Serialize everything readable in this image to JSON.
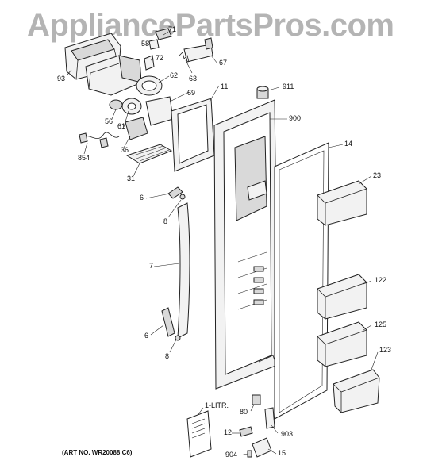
{
  "watermark": "AppliancePartsPros.com",
  "art_number": "(ART NO. WR20088 C6)",
  "labels": {
    "l58": "58",
    "l71": "71",
    "l72": "72",
    "l62": "62",
    "l93": "93",
    "l63": "63",
    "l67": "67",
    "l11": "11",
    "l69": "69",
    "l911": "911",
    "l56": "56",
    "l61": "61",
    "l36": "36",
    "l854": "854",
    "l31": "31",
    "l900": "900",
    "l14": "14",
    "l23": "23",
    "l6a": "6",
    "l8a": "8",
    "l7": "7",
    "l122": "122",
    "l125": "125",
    "l6b": "6",
    "l8b": "8",
    "l123": "123",
    "l1litr": "1-LITR.",
    "l80": "80",
    "l12": "12",
    "l903": "903",
    "l904": "904",
    "l15": "15"
  }
}
